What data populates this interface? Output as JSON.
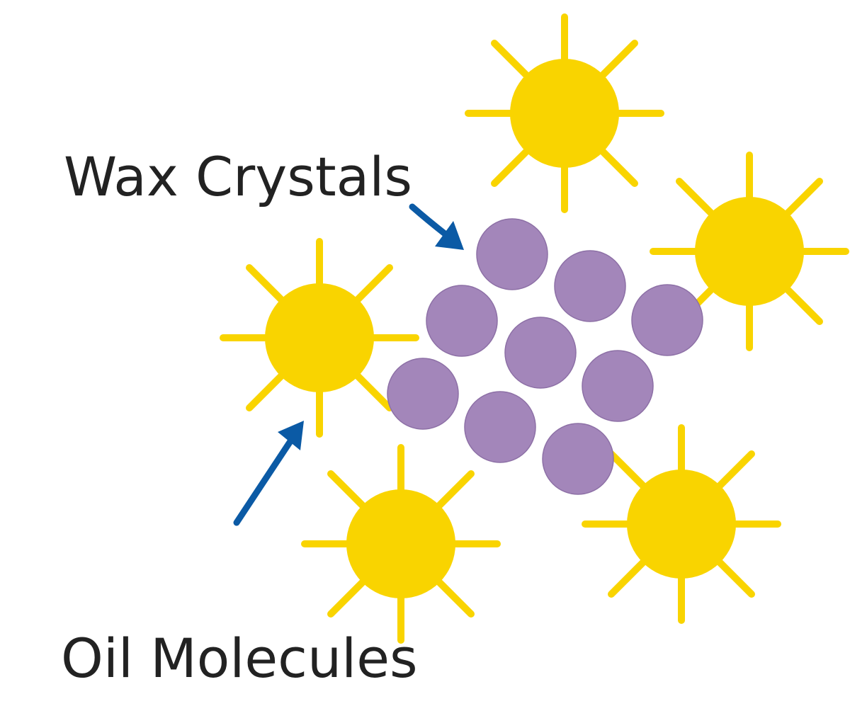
{
  "labels": {
    "wax": "Wax Crystals",
    "oil": "Oil Molecules"
  },
  "colors": {
    "oil_molecule": "#f9d400",
    "wax_crystal": "#a386ba",
    "wax_crystal_stroke": "#8d70a6",
    "arrow": "#0b5aa5",
    "text": "#222222"
  },
  "counts": {
    "oil_molecules": 5,
    "wax_crystals": 9
  }
}
